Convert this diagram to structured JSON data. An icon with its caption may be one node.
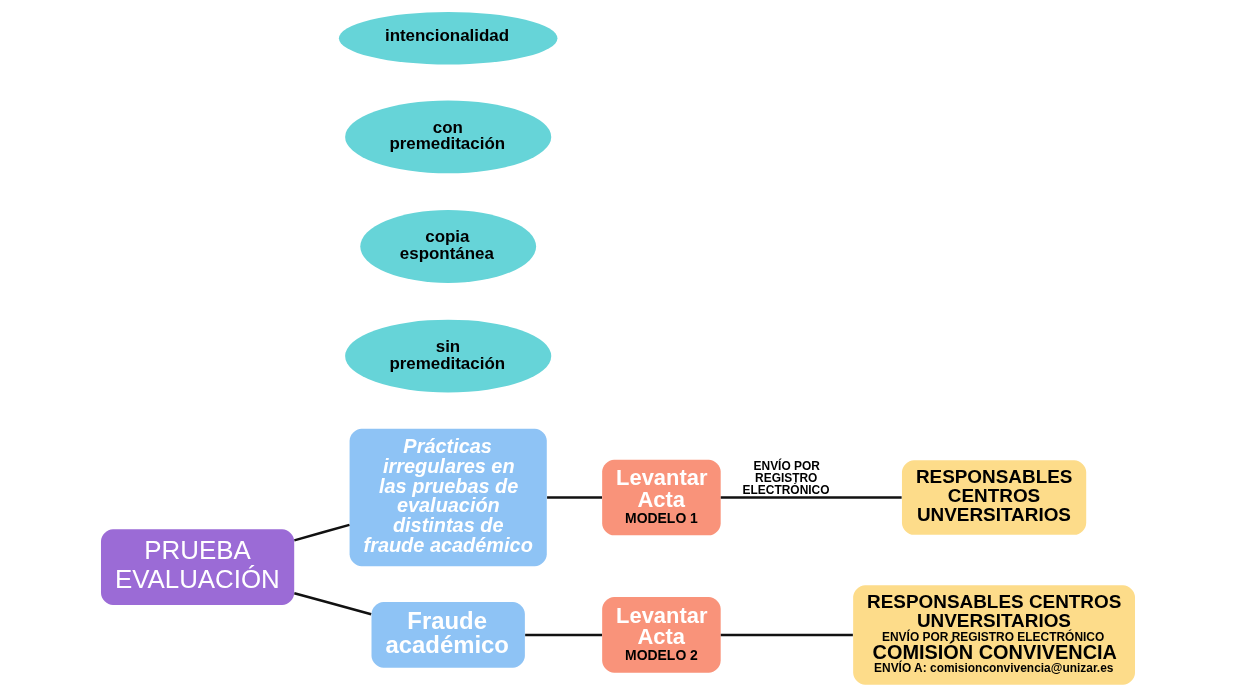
{
  "diagram": {
    "nodes": [
      {
        "text": [
          "PRUEBA EVALUACIÓN"
        ]
      },
      {
        "text": [
          "Prácticas irregulares en las pruebas de evaluación distintas de fraude académico"
        ]
      },
      {
        "text": [
          "sin premeditación"
        ]
      },
      {
        "text": [
          "copia espontánea"
        ]
      },
      {
        "text": [
          "Levantar Acta",
          "MODELO 1"
        ]
      },
      {
        "text": [
          "RESPONSABLES CENTROS UNVERSITARIOS"
        ]
      },
      {
        "text": [
          "Fraude académico"
        ]
      },
      {
        "text": [
          "con premeditación"
        ]
      },
      {
        "text": [
          "intencionalidad"
        ]
      },
      {
        "text": [
          "Levantar Acta",
          "MODELO 2"
        ]
      },
      {
        "text": [
          "RESPONSABLES CENTROS UNVERSITARIOS",
          "ENVÍO POR REGISTRO ELECTRÓNICO",
          "COMISIÓN CONVIVENCIA",
          "ENVÍO A: comisionconvivencia@unizar.es"
        ]
      }
    ],
    "edges": [
      {
        "from": 0,
        "to": 1,
        "arrow": "none"
      },
      {
        "from": 0,
        "to": 6,
        "arrow": "none"
      },
      {
        "from": 1,
        "to": 4,
        "arrow": "none"
      },
      {
        "from": 4,
        "to": 5,
        "arrow": "none",
        "label": "ENVÍO POR REGISTRO ELECTRÓNICO"
      },
      {
        "from": 6,
        "to": 9,
        "arrow": "none"
      },
      {
        "from": 9,
        "to": 10,
        "arrow": "none"
      }
    ]
  }
}
